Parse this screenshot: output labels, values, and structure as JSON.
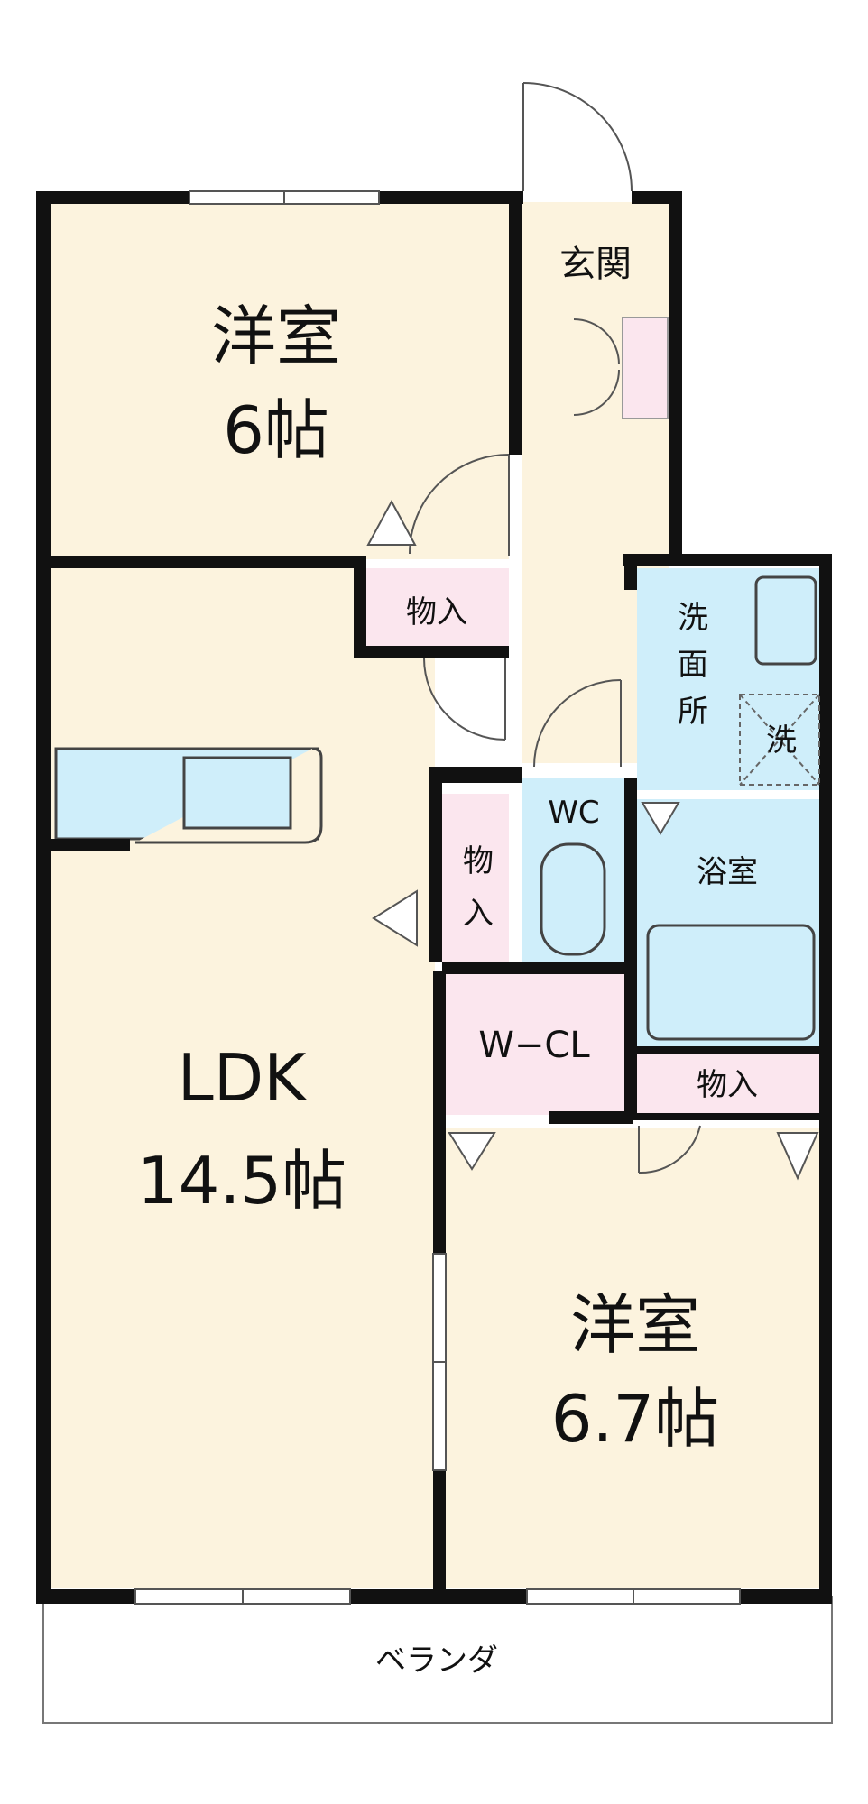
{
  "rooms": {
    "western_room_1": {
      "name": "洋室",
      "size": "6帖"
    },
    "ldk": {
      "name": "LDK",
      "size": "14.5帖"
    },
    "western_room_2": {
      "name": "洋室",
      "size": "6.7帖"
    }
  },
  "labels": {
    "entrance": "玄関",
    "storage_1": "物入",
    "storage_2_top": "物",
    "storage_2_bottom": "入",
    "storage_3": "物入",
    "washroom_1": "洗",
    "washroom_2": "面",
    "washroom_3": "所",
    "washer": "洗",
    "wc": "WC",
    "bathroom": "浴室",
    "walk_in_closet": "W−CL",
    "veranda": "ベランダ"
  },
  "colors": {
    "room_floor": "#fcf3de",
    "wet_area": "#cfeefa",
    "storage": "#fbe6ee",
    "wall": "#111111"
  }
}
